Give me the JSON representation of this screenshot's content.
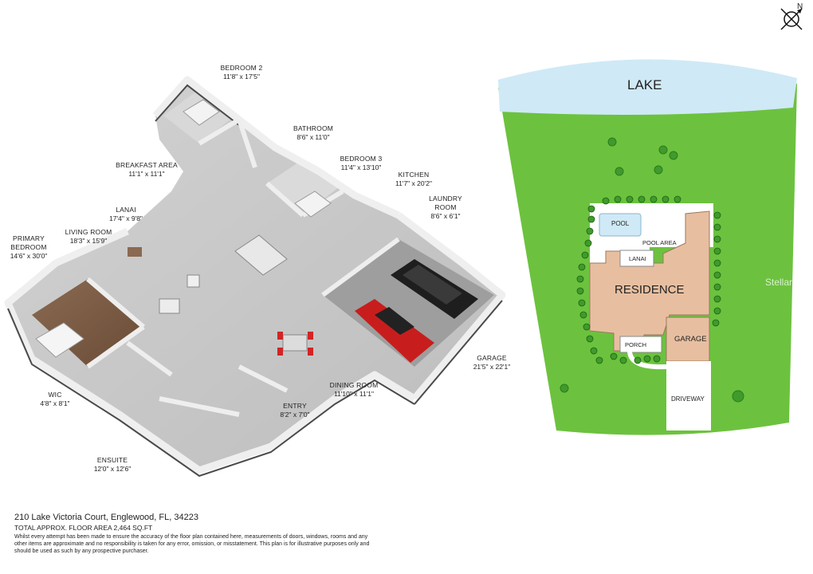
{
  "rooms": {
    "bedroom2": {
      "name": "BEDROOM 2",
      "dims": "11'8\" x 17'5\""
    },
    "bathroom": {
      "name": "BATHROOM",
      "dims": "8'6\" x 11'0\""
    },
    "bedroom3": {
      "name": "BEDROOM 3",
      "dims": "11'4\" x 13'10\""
    },
    "kitchen": {
      "name": "KITCHEN",
      "dims": "11'7\" x 20'2\""
    },
    "laundry": {
      "name": "LAUNDRY",
      "name2": "ROOM",
      "dims": "8'6\" x 6'1\""
    },
    "breakfast": {
      "name": "BREAKFAST AREA",
      "dims": "11'1\" x 11'1\""
    },
    "lanai": {
      "name": "LANAI",
      "dims": "17'4\" x 9'8\""
    },
    "living": {
      "name": "LIVING ROOM",
      "dims": "18'3\" x 15'9\""
    },
    "primary": {
      "name": "PRIMARY",
      "name2": "BEDROOM",
      "dims": "14'6\" x 30'0\""
    },
    "wic": {
      "name": "WIC",
      "dims": "4'8\" x 8'1\""
    },
    "ensuite": {
      "name": "ENSUITE",
      "dims": "12'0\" x 12'6\""
    },
    "entry": {
      "name": "ENTRY",
      "dims": "8'2\" x 7'0\""
    },
    "dining": {
      "name": "DINING ROOM",
      "dims": "11'10\" x 11'1\""
    },
    "garage": {
      "name": "GARAGE",
      "dims": "21'5\" x 22'1\""
    }
  },
  "site": {
    "lake": "LAKE",
    "pool": "POOL",
    "pool_area": "POOL AREA",
    "lanai": "LANAI",
    "residence": "RESIDENCE",
    "porch": "PORCH",
    "garage": "GARAGE",
    "driveway": "DRIVEWAY"
  },
  "compass": {
    "label": "N"
  },
  "footer": {
    "address": "210 Lake Victoria Court, Englewood, FL, 34223",
    "area": "TOTAL APPROX. FLOOR AREA 2,464 SQ.FT",
    "disclaimer": "Whilst every attempt has been made to ensure the accuracy of the floor plan contained here, measurements of doors, windows, rooms and any other items are approximate and no responsibility is taken for any error, omission, or misstatement. This plan is for illustrative purposes only and should be used as such by any prospective purchaser."
  },
  "watermark": "StellarMLS",
  "colors": {
    "lawn": "#6cc23e",
    "lake": "#cfe9f7",
    "residence": "#e7bfa0",
    "wall": "#e9e9e9",
    "floor": "#c9c9c9",
    "wood": "#7a5a43",
    "car_red": "#c81d1d",
    "car_black": "#1e1e1e"
  }
}
